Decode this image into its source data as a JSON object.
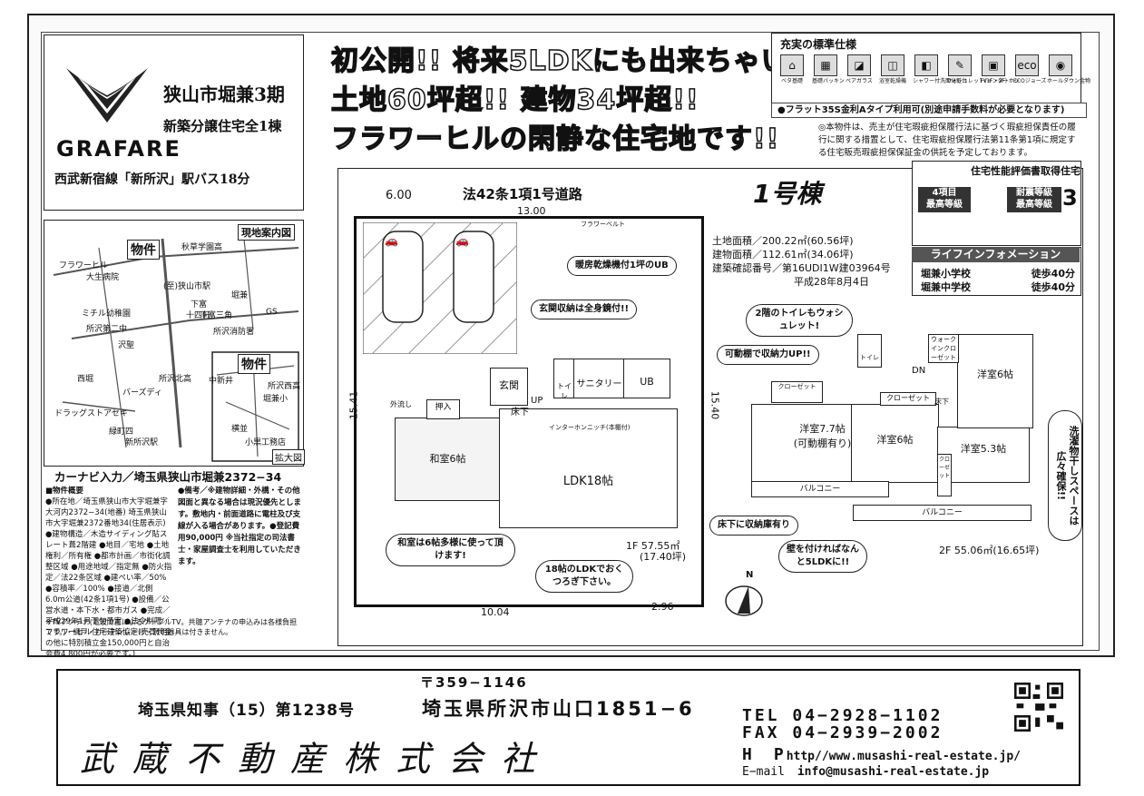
{
  "project": {
    "brand": "GRAFARE",
    "title": "狭山市堀兼3期",
    "subtitle": "新築分譲住宅全1棟",
    "access": "西武新宿線「新所沢」駅バス18分"
  },
  "headlines": [
    "初公開!! 将来5LDKにも出来ちゃいます!!",
    "土地60坪超!! 建物34坪超!!",
    "フラワーヒルの閑静な住宅地です!!"
  ],
  "standard": {
    "title": "充実の標準仕様",
    "items": [
      {
        "icon": "⌂",
        "label": "ベタ基礎"
      },
      {
        "icon": "▦",
        "label": "基礎パッキン"
      },
      {
        "icon": "◪",
        "label": "ペアガラス"
      },
      {
        "icon": "◫",
        "label": "浴室乾燥機"
      },
      {
        "icon": "◧",
        "label": "シャワー付洗面化粧台"
      },
      {
        "icon": "✎",
        "label": "ウォシュレット(1F・2F)"
      },
      {
        "icon": "▣",
        "label": "TVインターホン"
      },
      {
        "icon": "eco",
        "label": "ECOジョーズ"
      },
      {
        "icon": "◉",
        "label": "ホールダウン金物"
      }
    ],
    "flat": "●フラット35S金利Aタイプ利用可(別途申請手数料が必要となります)"
  },
  "notice": "◎本物件は、売主が住宅瑕疵担保履行法に基づく瑕疵担保責任の履行に関する措置として、住宅瑕疵担保履行法第11条第1項に規定する住宅販売瑕疵担保保証金の供託を予定しております。",
  "map": {
    "title": "現地案内図",
    "property_tag": "物件",
    "inset_label": "拡大図",
    "labels": [
      "フラワーヒル",
      "大生病院",
      "秋草学園高",
      "(至)狭山市駅",
      "堀兼",
      "ミチル幼稚園",
      "所沢第二中",
      "下富",
      "下富三角",
      "十四軒",
      "GS",
      "所沢消防署",
      "沢聖",
      "中新井",
      "所沢北高",
      "西堀",
      "バーズディ",
      "ドラッグストアセキ",
      "緑町四",
      "新所沢駅",
      "所沢西高",
      "堀兼小",
      "横並",
      "小黒工務店"
    ],
    "carnavi": "カーナビ入力／埼玉県狭山市堀兼2372−34"
  },
  "overview": {
    "title": "■物件概要",
    "text": "●所在地／埼玉県狭山市大字堀兼字大河内2372−34(地番) 埼玉県狭山市大字堀兼2372番地34(住居表示) ●建物構造／木造サイディング貼スレート葺2階建 ●地目／宅地 ●土地権利／所有権 ●都市計画／市街化調整区域 ●用途地域／指定無 ●防火指定／法22条区域 ●建ぺい率／50% ●容積率／100% ●接道／北側6.0m公道(42条1項1号) ●設備／公営水道・本下水・都市ガス ●完成／平成29年1月下旬予定 ●法令制限／フラワーヒル住宅建築協定(売買代金の他に特別積立金150,000円と自治会費4,800円が必要です。)"
  },
  "remarks": "●備考／※建物詳細・外構・その他図面と異なる場合は現況優先とします。敷地内・前面道路に電柱及び支線が入る場合があります。●登記費用90,000円 ※当社指定の司法書士・家屋調査士を利用していただきます。",
  "footnote": "※TVアンテナ(電波障害によるケーブルTV。共聴アンテナの申込みは各様負担です。)・網戸・カーテンレール・照明器具は付きません。",
  "plan": {
    "road": "法42条1項1号道路",
    "road_width": "6.00",
    "top_width": "13.00",
    "left_depth": "15.41",
    "right_depth": "15.40",
    "bottom_left": "10.04",
    "bottom_right": "2.96",
    "flower_belt": "フラワーベルト",
    "building_badge": "1号棟",
    "specs": [
      "土地面積／200.22㎡(60.56坪)",
      "建物面積／112.61㎡(34.06坪)",
      "建築確認番号／第16UDI1W建03964号",
      "平成28年8月4日"
    ],
    "floor1": {
      "area": "1F 57.55㎡",
      "area_tsubo": "(17.40坪)",
      "rooms": [
        "玄関",
        "トイレ",
        "サニタリー",
        "UB",
        "押入",
        "床下",
        "和室6帖",
        "LDK18帖",
        "インターホンニッチ(本棚付)",
        "外流し",
        "UP"
      ]
    },
    "floor2": {
      "area": "2F 55.06㎡(16.65坪)",
      "rooms": [
        "トイレ",
        "ウォークインクローゼット",
        "洋室6帖",
        "クローゼット",
        "洋室7.7帖(可動棚有り)",
        "洋室6帖",
        "洋室5.3帖",
        "クローゼット",
        "バルコニー",
        "バルコニー",
        "DN",
        "床下",
        "クローゼット"
      ]
    },
    "bubbles": [
      "暖房乾燥機付1坪のUB",
      "玄関収納は全身鏡付!!",
      "2階のトイレもウォシュレット!",
      "可動棚で収納力UP!!",
      "床下に収納庫有り",
      "和室は6帖多様に使って頂けます!",
      "18帖のLDKでおくつろぎ下さい。",
      "壁を付ければなんと5LDKに!!",
      "洗濯物干しスペースは広々確保!!"
    ],
    "compass": "N"
  },
  "performance": {
    "title": "住宅性能評価書取得住宅",
    "badge1_line1": "4項目",
    "badge1_line2": "最高等級",
    "badge2_line1": "耐震等級",
    "badge2_line2": "最高等級",
    "badge2_num": "3"
  },
  "lifeinfo": {
    "title": "ライフインフォメーション",
    "rows": [
      {
        "name": "堀兼小学校",
        "dist": "徒歩40分"
      },
      {
        "name": "堀兼中学校",
        "dist": "徒歩40分"
      }
    ]
  },
  "footer": {
    "zip": "〒359−1146",
    "license": "埼玉県知事（15）第1238号",
    "address": "埼玉県所沢市山口1851−6",
    "company": "武蔵不動産株式会社",
    "tel_label": "TEL",
    "tel": "04−2928−1102",
    "fax_label": "FAX",
    "fax": "04−2939−2002",
    "hp_label": "H　P",
    "hp": "http//www.musashi-real-estate.jp/",
    "mail_label": "E−mail",
    "mail": "info@musashi-real-estate.jp"
  }
}
